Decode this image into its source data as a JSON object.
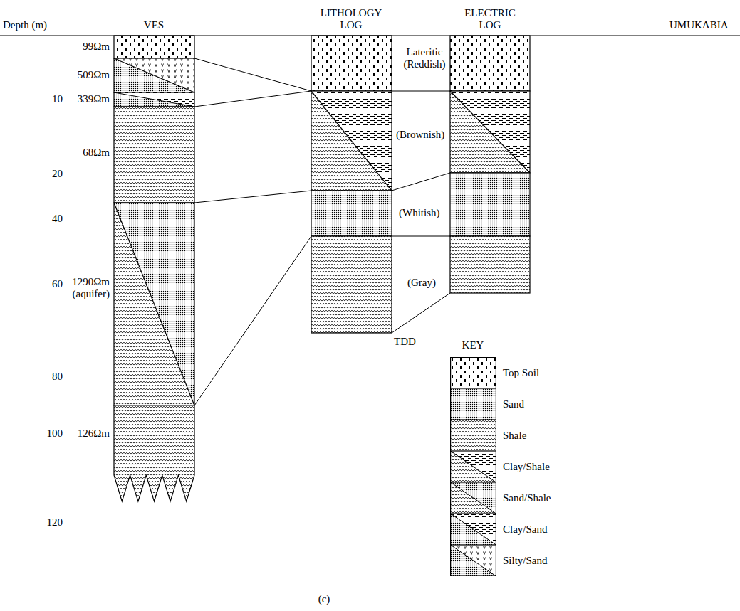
{
  "diagram": {
    "caption": "(c)",
    "labels": [
      "Depth (m)",
      "VES",
      "LITHOLOGY LOG",
      "ELECTRIC LOG",
      "UMUKABIA",
      "99Ωm",
      "509Ωm",
      "10",
      "339Ωm",
      "68Ωm",
      "20",
      "40",
      "60",
      "1290Ωm (aquifer)",
      "80",
      "100",
      "126Ωm",
      "120",
      "Lateritic (Reddish)",
      "(Brownish)",
      "(Whitish)",
      "(Gray)",
      "TDD",
      "KEY"
    ],
    "legend": [
      {
        "text": "Top Soil"
      },
      {
        "text": "Sand"
      },
      {
        "text": "Shale"
      },
      {
        "text": "Clay/Shale"
      },
      {
        "text": "Sand/Shale"
      },
      {
        "text": "Clay/Sand"
      },
      {
        "text": "Silty/Sand"
      }
    ]
  }
}
